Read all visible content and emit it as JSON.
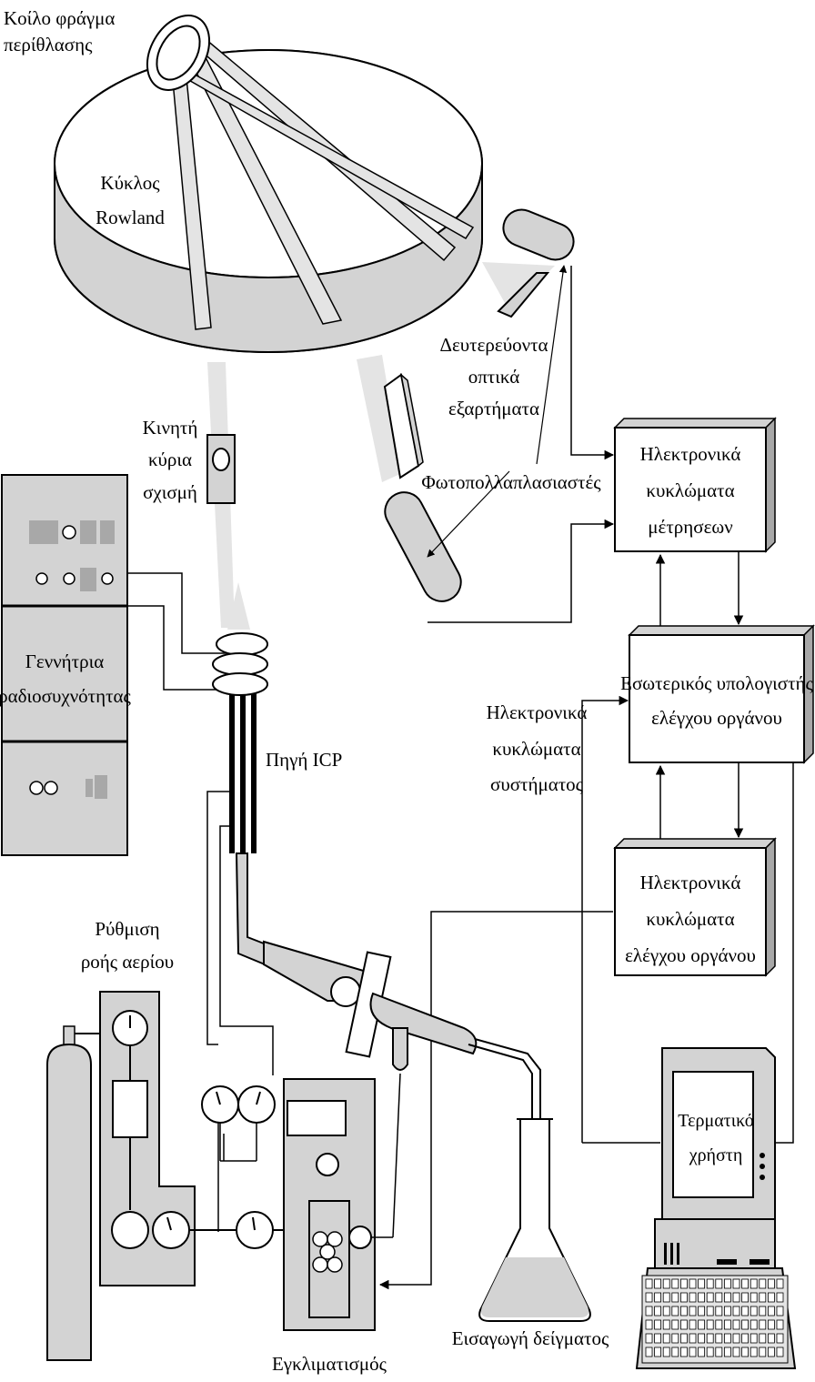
{
  "labels": {
    "grating_l1": "Κοίλο φράγμα",
    "grating_l2": "περίθλασης",
    "rowland_l1": "Κύκλος",
    "rowland_l2": "Rowland",
    "secondary_l1": "Δευτερεύοντα",
    "secondary_l2": "οπτικά",
    "secondary_l3": "εξαρτήματα",
    "slit_l1": "Κινητή",
    "slit_l2": "κύρια",
    "slit_l3": "σχισμή",
    "pmt": "Φωτοπολλαπλασιαστές",
    "meas_l1": "Ηλεκτρονικά",
    "meas_l2": "κυκλώματα",
    "meas_l3": "μέτρησεων",
    "computer_l1": "Εσωτερικός υπολογιστής",
    "computer_l2": "ελέγχου οργάνου",
    "sys_l1": "Ηλεκτρονικά",
    "sys_l2": "κυκλώματα",
    "sys_l3": "συστήματος",
    "ctrl_l1": "Ηλεκτρονικά",
    "ctrl_l2": "κυκλώματα",
    "ctrl_l3": "ελέγχου οργάνου",
    "rf_l1": "Γεννήτρια",
    "rf_l2": "ραδιοσυχνότητας",
    "icp": "Πηγή ICP",
    "gas_l1": "Ρύθμιση",
    "gas_l2": "ροής αερίου",
    "terminal_l1": "Τερματικό",
    "terminal_l2": "χρήστη",
    "sample": "Εισαγωγή δείγματος",
    "acclim": "Εγκλιματισμός"
  },
  "colors": {
    "line": "#000000",
    "fill_gray": "#d3d3d3",
    "fill_dark": "#a8a8a8",
    "beam": "#e4e4e4"
  }
}
